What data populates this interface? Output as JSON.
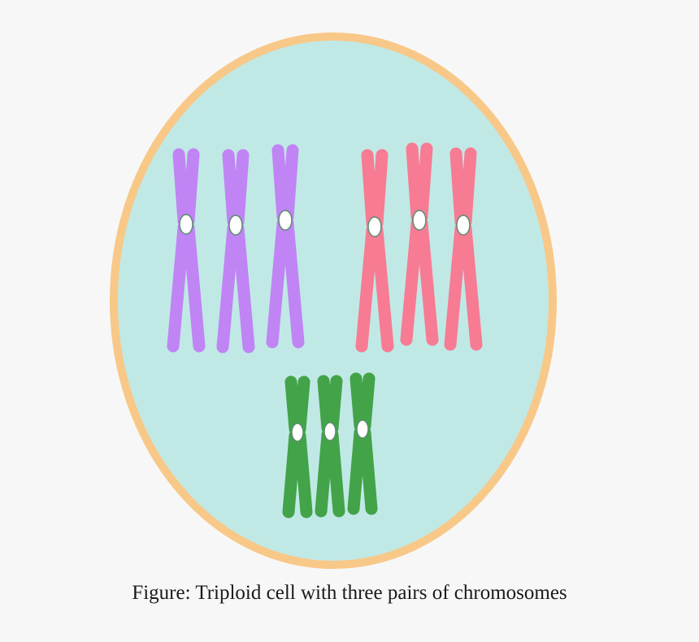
{
  "figure": {
    "caption": "Figure: Triploid cell with three pairs of chromosomes"
  },
  "colors": {
    "background": "#f7f7f7",
    "cell_membrane": "#f8c888",
    "cytoplasm": "#c0e9e6",
    "centromere": "#ffffff",
    "centromere_outline": "#5a8c6e"
  },
  "chromosome_sets": [
    {
      "name": "purple-set",
      "color": "#c084f5",
      "count": 3
    },
    {
      "name": "pink-set",
      "color": "#f77b93",
      "count": 3
    },
    {
      "name": "green-set",
      "color": "#43a348",
      "count": 3
    }
  ]
}
